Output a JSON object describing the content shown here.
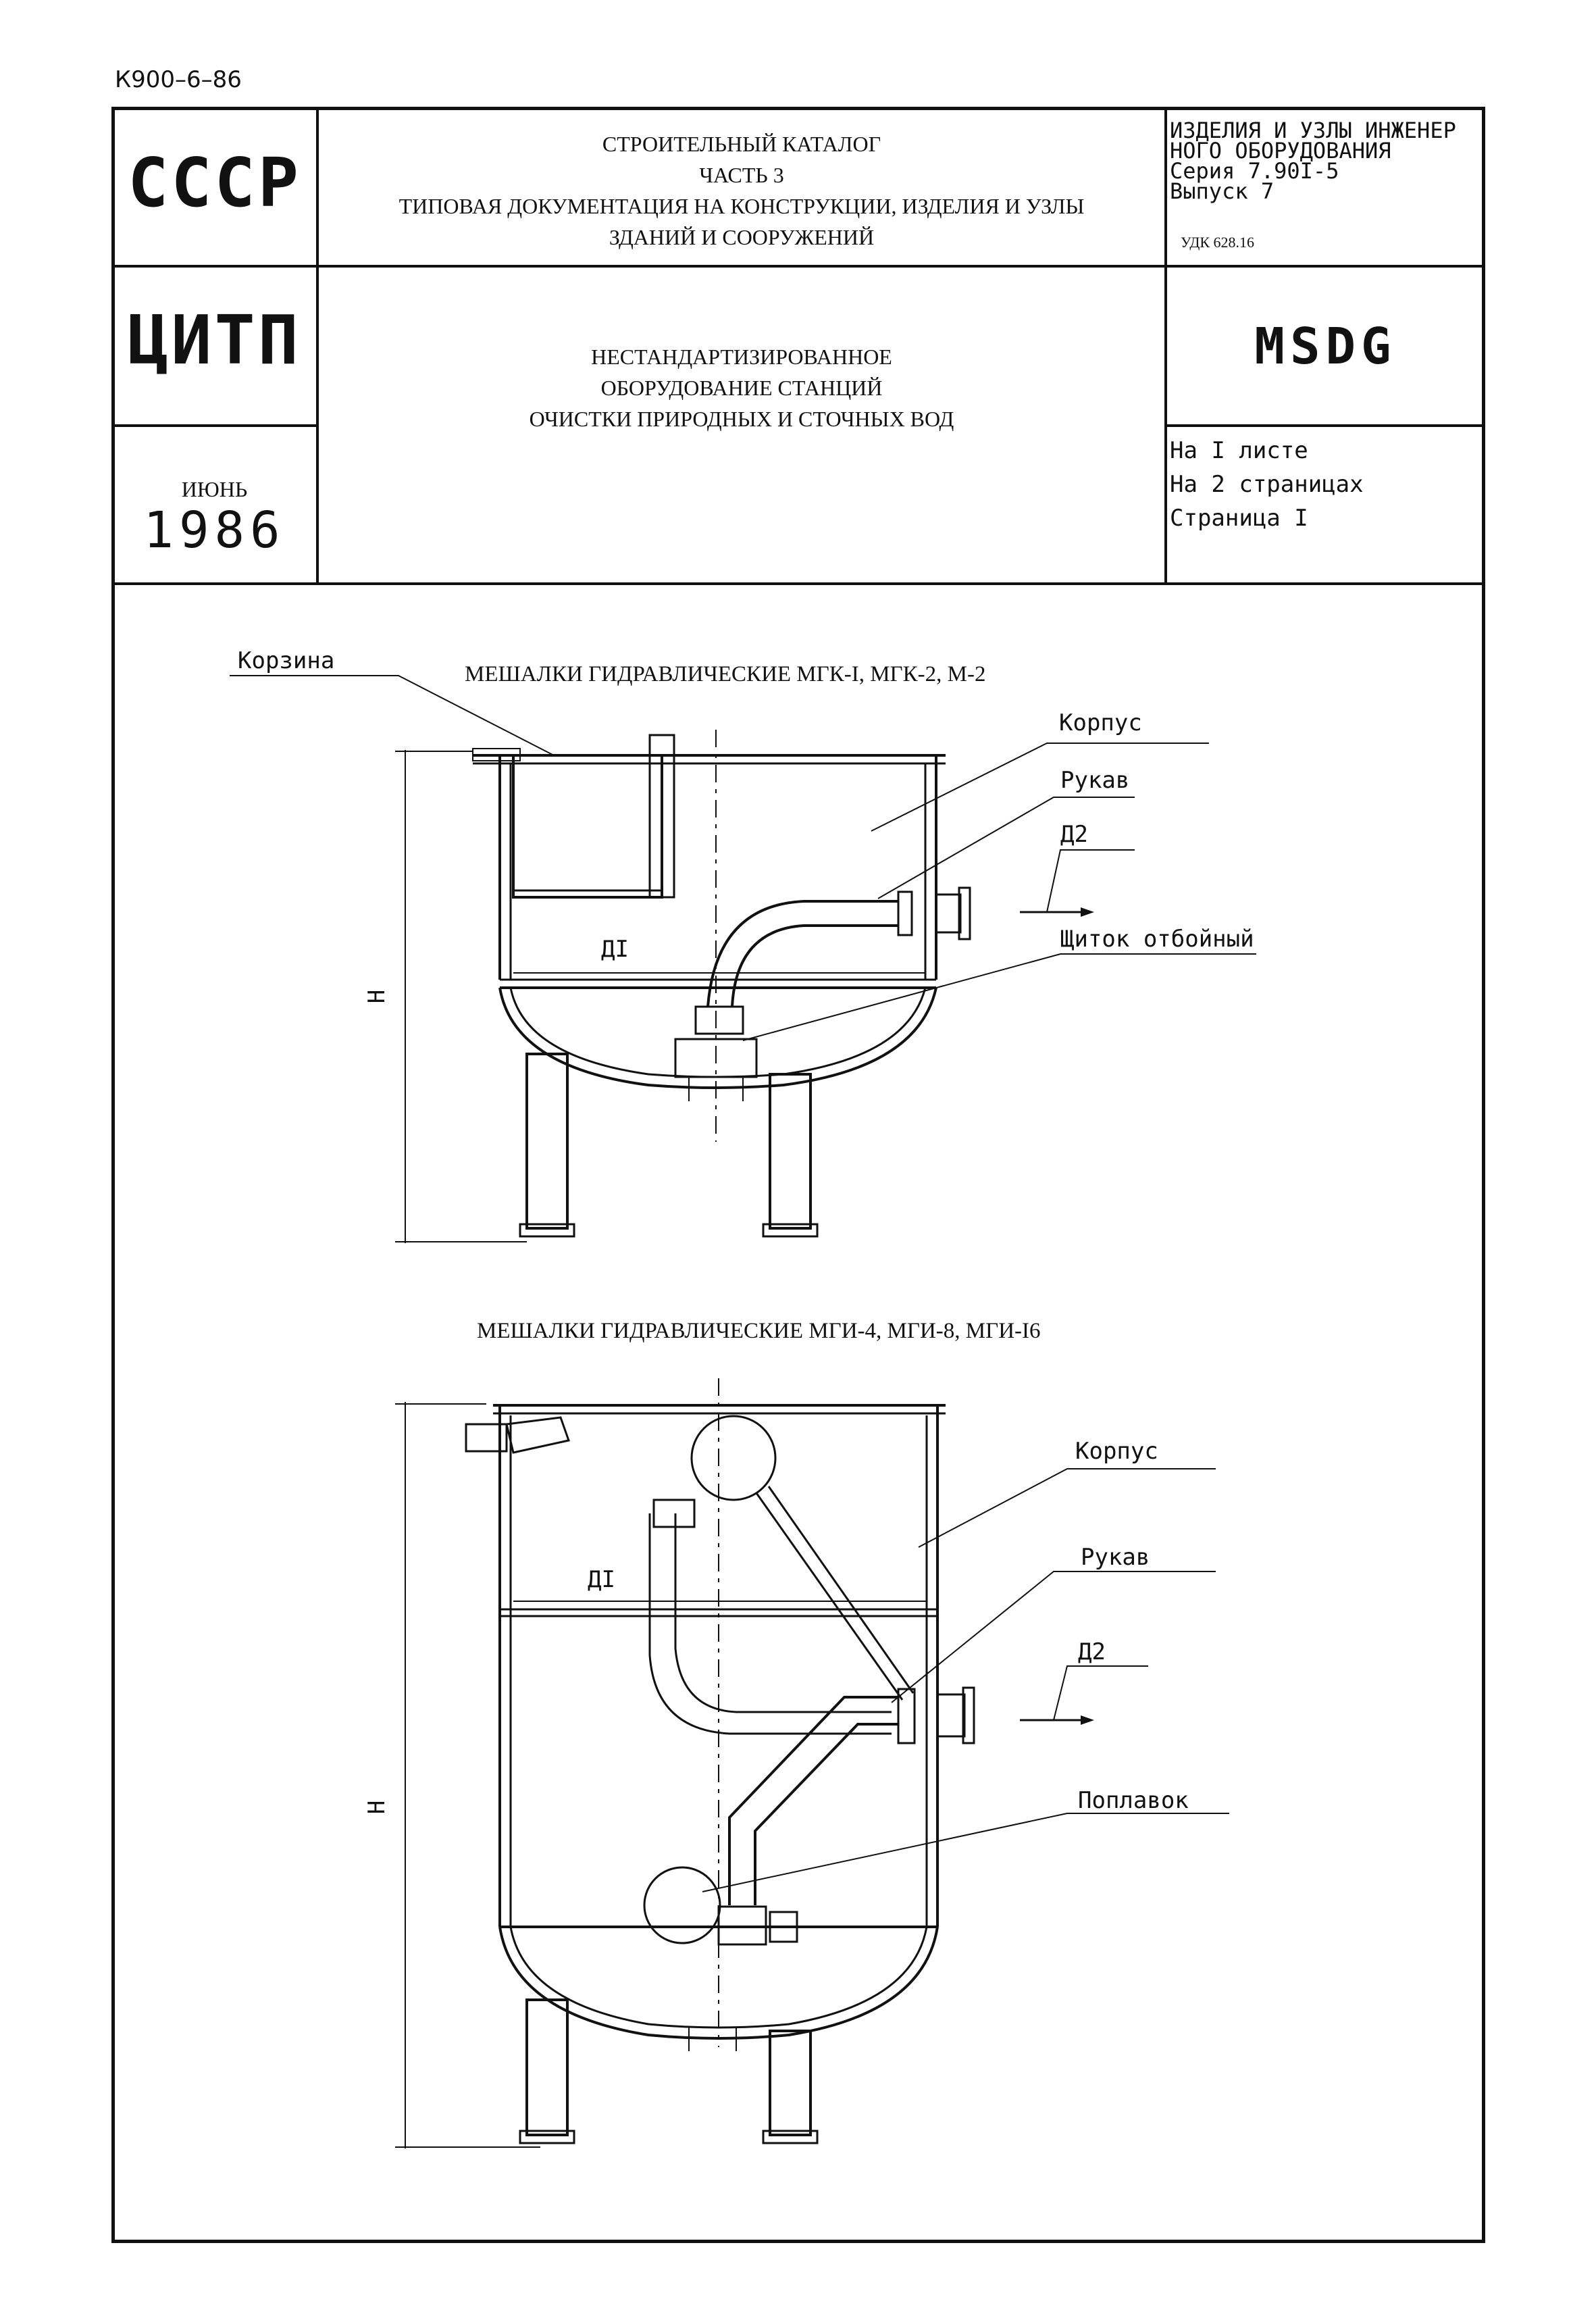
{
  "header": {
    "doc_code": "К900–6–86",
    "country": "СССР",
    "org": "ЦИТП",
    "month": "ИЮНЬ",
    "year": "1986",
    "catalog_lines": [
      "СТРОИТЕЛЬНЫЙ КАТАЛОГ",
      "ЧАСТЬ 3",
      "ТИПОВАЯ ДОКУМЕНТАЦИЯ НА КОНСТРУКЦИИ, ИЗДЕЛИЯ И УЗЛЫ",
      "ЗДАНИЙ И СООРУЖЕНИЙ"
    ],
    "section_lines": [
      "ИЗДЕЛИЯ И УЗЛЫ ИНЖЕНЕР",
      "НОГО ОБОРУДОВАНИЯ",
      "Серия 7.90I-5",
      "Выпуск 7"
    ],
    "udk": "УДК 628.16",
    "subject_lines": [
      "НЕСТАНДАРТИЗИРОВАННОЕ",
      "ОБОРУДОВАНИЕ СТАНЦИЙ",
      "ОЧИСТКИ ПРИРОДНЫХ И СТОЧНЫХ ВОД"
    ],
    "code": "MSDG",
    "sheet_lines": [
      "На I листе",
      "На 2 страницах",
      "Страница I"
    ]
  },
  "drawing1": {
    "title": "МЕШАЛКИ ГИДРАВЛИЧЕСКИЕ МГК-I, МГК-2, М-2",
    "labels": {
      "basket": "Корзина",
      "body": "Корпус",
      "sleeve": "Рукав",
      "d2": "Д2",
      "d1": "ДI",
      "baffle": "Щиток отбойный",
      "h": "Н"
    }
  },
  "drawing2": {
    "title": "МЕШАЛКИ ГИДРАВЛИЧЕСКИЕ МГИ-4, МГИ-8, МГИ-I6",
    "labels": {
      "body": "Корпус",
      "sleeve": "Рукав",
      "d2": "Д2",
      "d1": "ДI",
      "float": "Поплавок",
      "h": "Н"
    }
  }
}
